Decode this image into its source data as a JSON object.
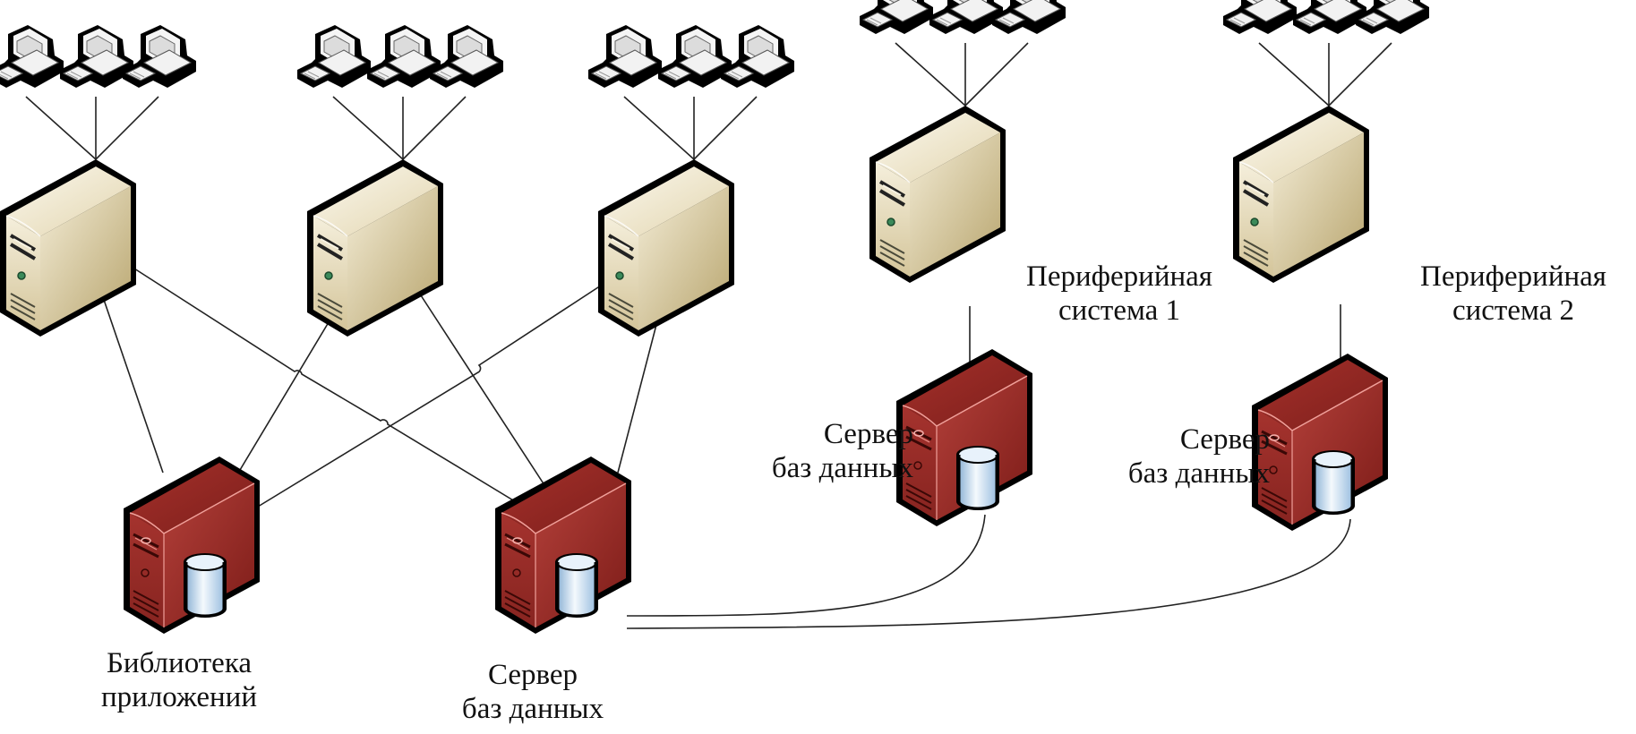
{
  "diagram": {
    "type": "network-topology",
    "colors": {
      "app_server": "#e6dcc0",
      "db_server": "#9b2a26",
      "database": "#bcd6ec",
      "workstation": "#f2f2f2",
      "link": "#222222"
    },
    "nodes": [
      {
        "id": "app1",
        "kind": "app-server",
        "workstations": 3
      },
      {
        "id": "app2",
        "kind": "app-server",
        "workstations": 3
      },
      {
        "id": "app3",
        "kind": "app-server",
        "workstations": 3
      },
      {
        "id": "periph1",
        "kind": "app-server",
        "workstations": 3
      },
      {
        "id": "periph2",
        "kind": "app-server",
        "workstations": 3
      },
      {
        "id": "lib",
        "kind": "db-server"
      },
      {
        "id": "db_main",
        "kind": "db-server"
      },
      {
        "id": "db_p1",
        "kind": "db-server"
      },
      {
        "id": "db_p2",
        "kind": "db-server"
      }
    ],
    "edges": [
      [
        "app1",
        "lib"
      ],
      [
        "app1",
        "db_main"
      ],
      [
        "app2",
        "lib"
      ],
      [
        "app2",
        "db_main"
      ],
      [
        "app3",
        "lib"
      ],
      [
        "app3",
        "db_main"
      ],
      [
        "periph1",
        "db_p1"
      ],
      [
        "periph2",
        "db_p2"
      ],
      [
        "db_main",
        "db_p1"
      ],
      [
        "db_main",
        "db_p2"
      ]
    ]
  },
  "labels": {
    "library_line1": "Библиотека",
    "library_line2": "приложений",
    "db_main_line1": "Сервер",
    "db_main_line2": "баз данных",
    "db_p1_line1": "Сервер",
    "db_p1_line2": "баз данных",
    "db_p2_line1": "Сервер",
    "db_p2_line2": "баз данных",
    "periph1_line1": "Периферийная",
    "periph1_line2": "система 1",
    "periph2_line1": "Периферийная",
    "periph2_line2": "система 2"
  }
}
